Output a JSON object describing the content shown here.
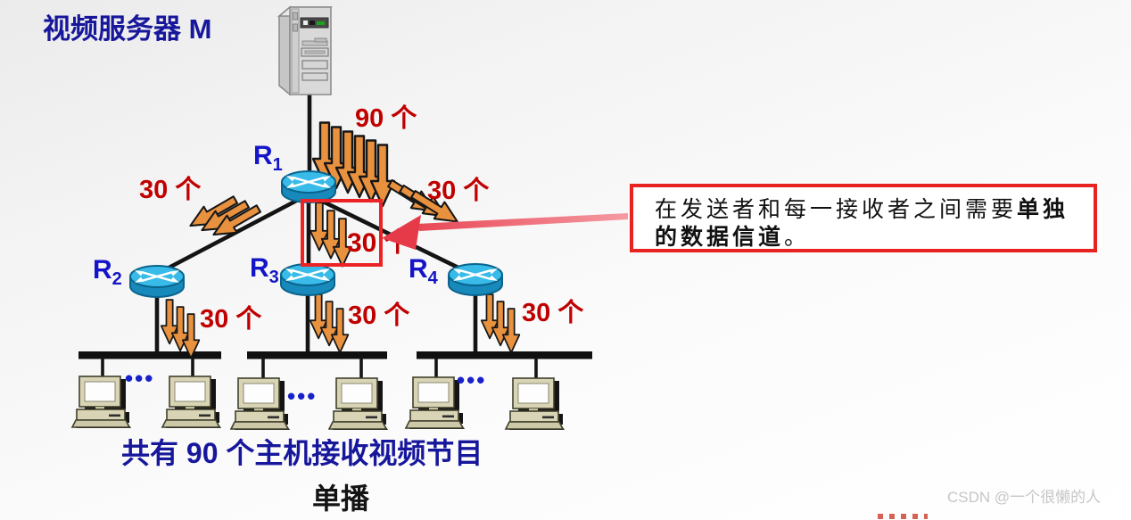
{
  "title": "视频服务器 M",
  "routers": [
    {
      "base": "R",
      "sub": "1"
    },
    {
      "base": "R",
      "sub": "2"
    },
    {
      "base": "R",
      "sub": "3"
    },
    {
      "base": "R",
      "sub": "4"
    }
  ],
  "flows": {
    "server_out": "90 个",
    "r1_to_r2": "30 个",
    "r1_to_r4": "30 个",
    "r1_to_r3_boxed": "30 个",
    "r2_to_lan": "30 个",
    "r3_to_lan": "30 个",
    "r4_to_lan": "30 个"
  },
  "lan": {
    "ellipsis": "•••"
  },
  "callout": {
    "text_normal": "在发送者和每一接收者之间需要",
    "text_bold": "单独的数据信道",
    "text_period": "。"
  },
  "caption": "共有 90 个主机接收视频节目",
  "mode": "单播",
  "watermark": "CSDN @一个很懒的人",
  "colors": {
    "label_blue": "#17179c",
    "router_label_blue": "#1414c8",
    "count_red": "#c00000",
    "arrow_orange": "#e8913f",
    "highlight_red": "#ec2325",
    "router_cyan": "#38bbe8",
    "pc_beige": "#d8d4b5"
  }
}
